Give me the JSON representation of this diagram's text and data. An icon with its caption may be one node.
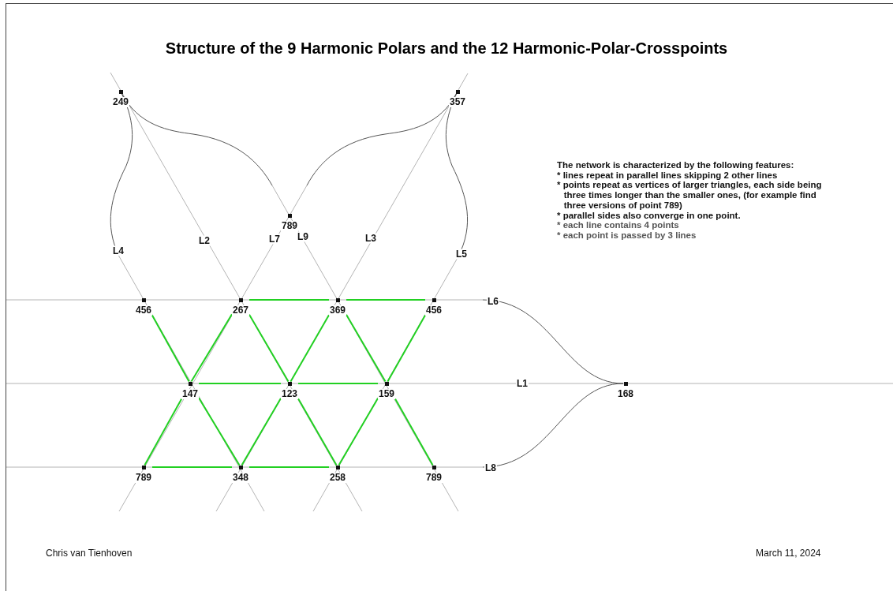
{
  "diagram": {
    "title": "Structure of the 9 Harmonic Polars and the 12 Harmonic-Polar-Crosspoints",
    "nodes": [
      {
        "text": [
          "249"
        ]
      },
      {
        "text": [
          "357"
        ]
      },
      {
        "text": [
          "789"
        ]
      },
      {
        "text": [
          "456"
        ]
      },
      {
        "text": [
          "267"
        ]
      },
      {
        "text": [
          "369"
        ]
      },
      {
        "text": [
          "456"
        ]
      },
      {
        "text": [
          "147"
        ]
      },
      {
        "text": [
          "123"
        ]
      },
      {
        "text": [
          "159"
        ]
      },
      {
        "text": [
          "168"
        ]
      },
      {
        "text": [
          "789"
        ]
      },
      {
        "text": [
          "348"
        ]
      },
      {
        "text": [
          "258"
        ]
      },
      {
        "text": [
          "789"
        ]
      }
    ],
    "edges": [
      {
        "from": 4,
        "to": 5,
        "arrow": "none"
      },
      {
        "from": 5,
        "to": 6,
        "arrow": "none"
      },
      {
        "from": 3,
        "to": 7,
        "arrow": "none"
      },
      {
        "from": 7,
        "to": 4,
        "arrow": "none"
      },
      {
        "from": 4,
        "to": 8,
        "arrow": "none"
      },
      {
        "from": 8,
        "to": 5,
        "arrow": "none"
      },
      {
        "from": 5,
        "to": 9,
        "arrow": "none"
      },
      {
        "from": 9,
        "to": 6,
        "arrow": "none"
      },
      {
        "from": 7,
        "to": 8,
        "arrow": "none"
      },
      {
        "from": 8,
        "to": 9,
        "arrow": "none"
      },
      {
        "from": 11,
        "to": 7,
        "arrow": "none"
      },
      {
        "from": 7,
        "to": 12,
        "arrow": "none"
      },
      {
        "from": 12,
        "to": 8,
        "arrow": "none"
      },
      {
        "from": 8,
        "to": 13,
        "arrow": "none"
      },
      {
        "from": 13,
        "to": 9,
        "arrow": "none"
      },
      {
        "from": 9,
        "to": 14,
        "arrow": "none"
      },
      {
        "from": 11,
        "to": 12,
        "arrow": "none"
      },
      {
        "from": 12,
        "to": 13,
        "arrow": "none"
      }
    ],
    "labels": [
      "The network is characterized by the following features:",
      "* lines repeat in parallel lines skipping 2 other lines",
      "* points repeat as vertices of larger triangles, each side being three times longer than the smaller ones, (for example find three versions of point 789)",
      "* parallel sides also converge in one point.",
      "* each line contains 4 points",
      "* each point is passed by 3 lines",
      "L4",
      "L2",
      "L7",
      "L9",
      "L3",
      "L5",
      "L6",
      "L1",
      "L8",
      "Chris van Tienhoven",
      "March 11, 2024"
    ]
  }
}
